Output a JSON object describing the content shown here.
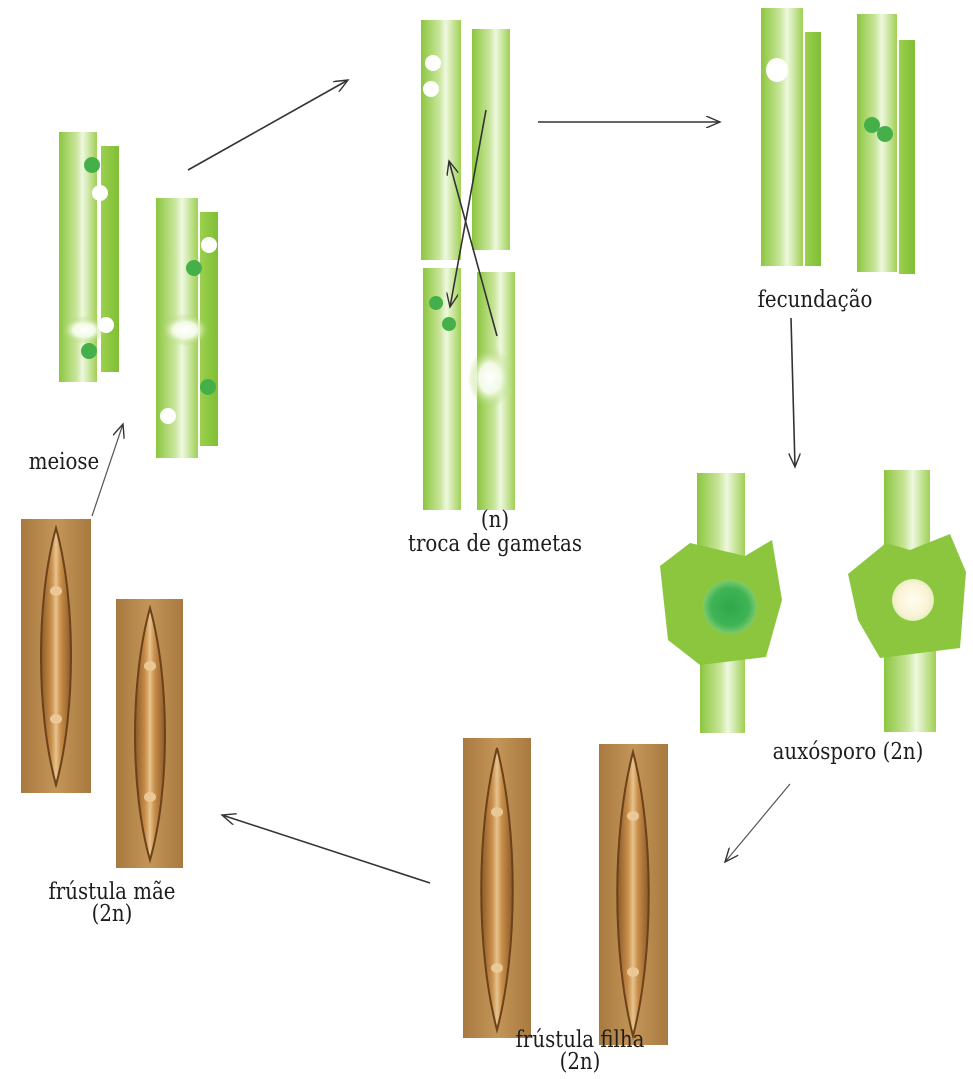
{
  "labels": {
    "meiose": "meiose",
    "troca_ploidy": "(n)",
    "troca": "troca de gametas",
    "fecundacao": "fecundação",
    "auxosporo": "auxósporo (2n)",
    "frustula_mae": "frústula mãe",
    "frustula_mae_ploidy": "(2n)",
    "frustula_filha": "frústula filha",
    "frustula_filha_ploidy": "(2n)"
  },
  "colors": {
    "cell_green": "#8cc63f",
    "cell_light": "#e8f5cf",
    "gamete_green": "#45b04a",
    "gamete_white": "#ffffff",
    "frustule_brown": "#b88645",
    "frustule_dark": "#7a4f22",
    "arrow": "#333333",
    "text": "#1d1d1d"
  }
}
